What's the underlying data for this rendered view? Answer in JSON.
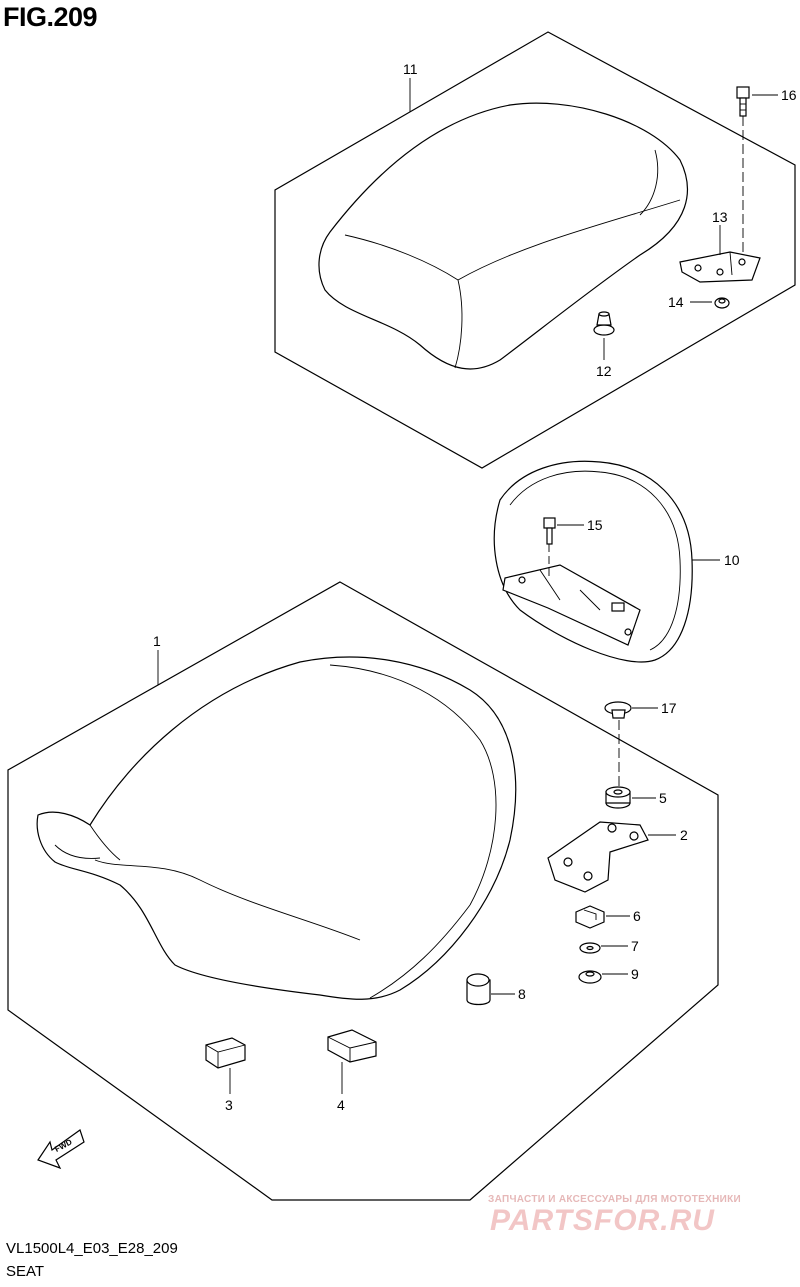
{
  "figure": {
    "title": "FIG.209",
    "model_code": "VL1500L4_E03_E28_209",
    "name": "SEAT"
  },
  "watermark": {
    "tagline": "ЗАПЧАСТИ И АКСЕССУАРЫ ДЛЯ МОТОТЕХНИКИ",
    "brand": "PARTSFOR.RU",
    "color": "#f2c6c6"
  },
  "fwd_label": "FWD",
  "callouts": {
    "c1": "1",
    "c2": "2",
    "c3": "3",
    "c4": "4",
    "c5": "5",
    "c6": "6",
    "c7": "7",
    "c8": "8",
    "c9": "9",
    "c10": "10",
    "c11": "11",
    "c12": "12",
    "c13": "13",
    "c14": "14",
    "c15": "15",
    "c16": "16",
    "c17": "17"
  }
}
